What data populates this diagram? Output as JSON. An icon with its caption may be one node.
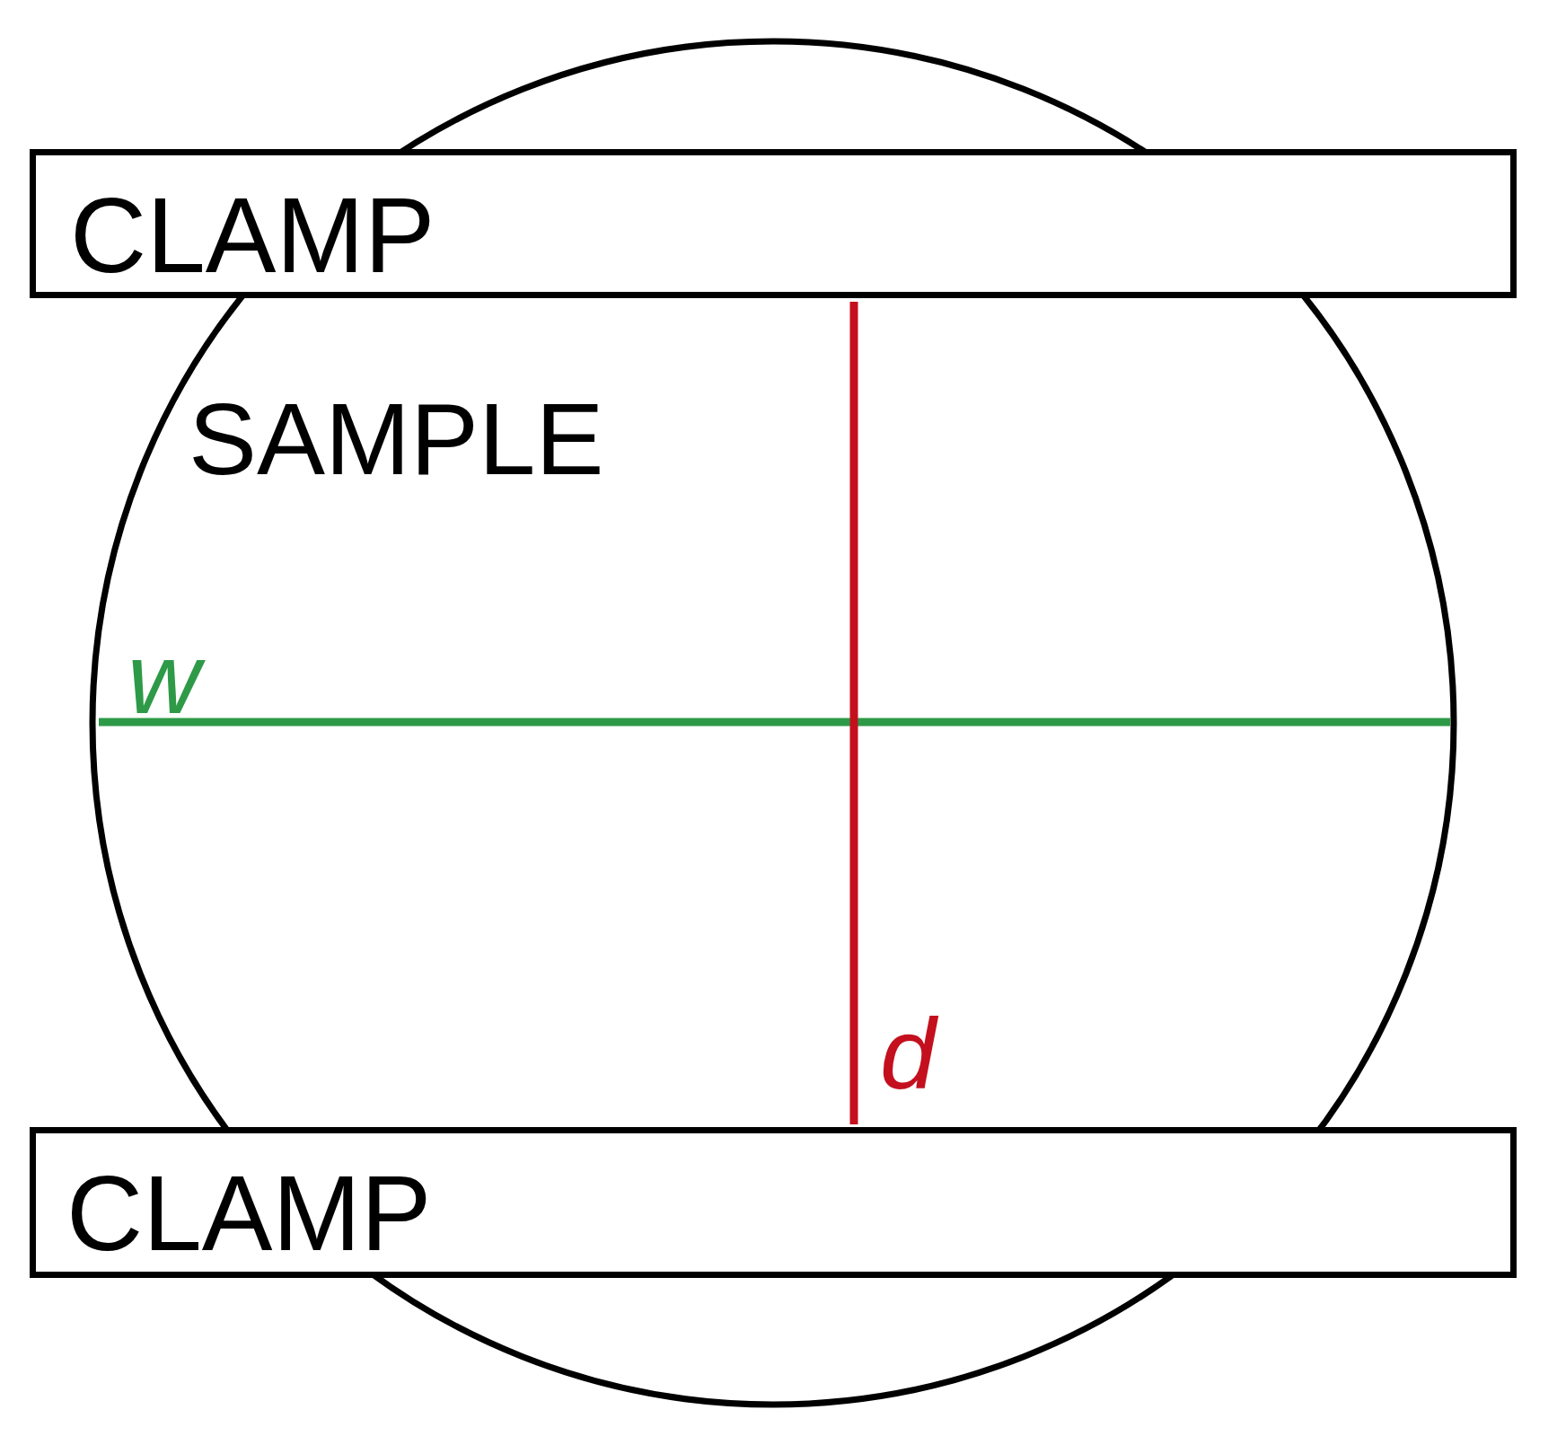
{
  "diagram": {
    "nodes": [
      {
        "text": [
          "CLAMP"
        ]
      },
      {
        "text": [
          "SAMPLE"
        ]
      },
      {
        "text": [
          "CLAMP"
        ]
      }
    ],
    "labels": [
      "w",
      "d"
    ]
  }
}
